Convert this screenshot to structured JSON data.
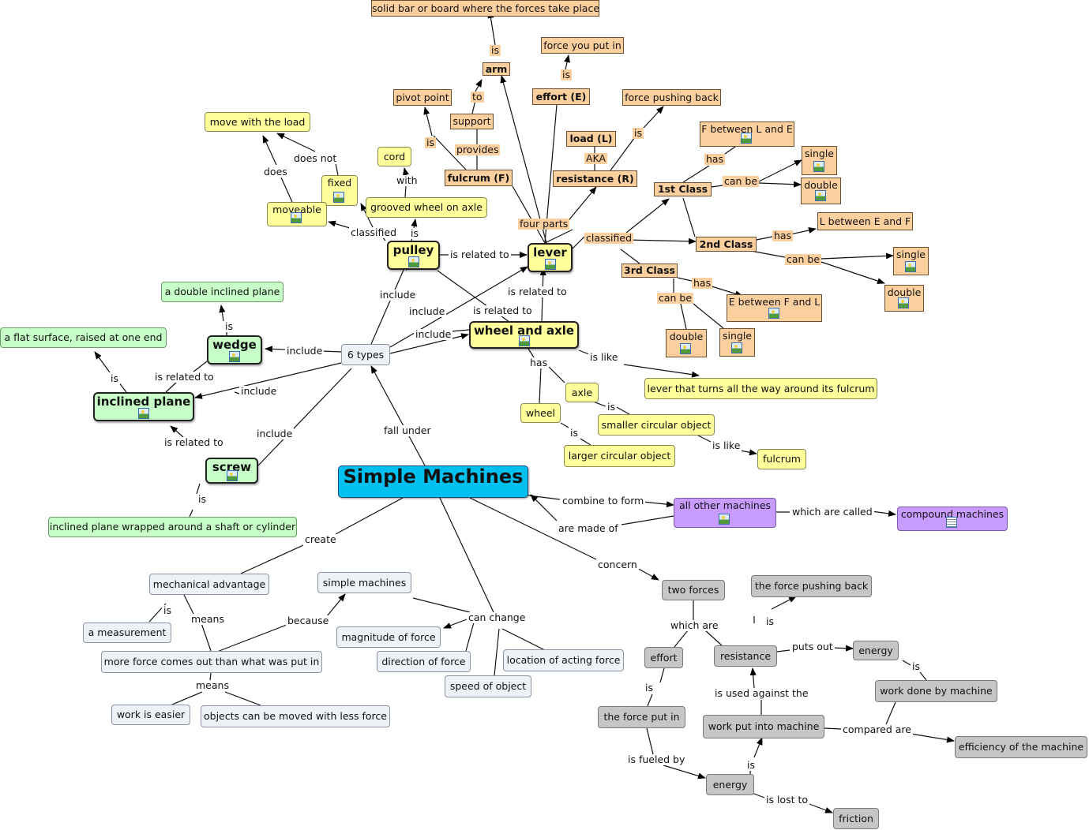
{
  "nodes": {
    "simple_machines": "Simple Machines",
    "six_types": "6 types",
    "pulley": "pulley",
    "lever": "lever",
    "wheel_and_axle": "wheel and axle",
    "wedge": "wedge",
    "inclined_plane": "inclined plane",
    "screw": "screw",
    "double_inclined_plane": "a double inclined plane",
    "flat_surface": "a flat surface, raised at one end",
    "inclined_wrapped": "inclined plane wrapped around a shaft or cylinder",
    "solid_bar": "solid bar or board where the forces take place",
    "arm": "arm",
    "force_you_put_in": "force you put in",
    "effort_e": "effort (E)",
    "pivot_point": "pivot point",
    "support": "support",
    "force_pushing_back": "force pushing back",
    "load_l": "load (L)",
    "fulcrum_f": "fulcrum (F)",
    "resistance_r": "resistance (R)",
    "move_with_load": "move with the load",
    "cord": "cord",
    "fixed": "fixed",
    "moveable": "moveable",
    "grooved_wheel": "grooved wheel on axle",
    "f_between_l_e": "F between L and E",
    "first_class": "1st Class",
    "single_1": "single",
    "double_1": "double",
    "l_between_e_f": "L between E and F",
    "second_class": "2nd Class",
    "single_2": "single",
    "double_2": "double",
    "third_class": "3rd Class",
    "e_between_f_l": "E between F and L",
    "double_3": "double",
    "single_3": "single",
    "lever_turns": "lever that turns all the way around its fulcrum",
    "axle": "axle",
    "wheel": "wheel",
    "smaller_circular": "smaller circular object",
    "larger_circular": "larger circular object",
    "fulcrum": "fulcrum",
    "all_other_machines": "all other machines",
    "compound_machines": "compound machines",
    "mechanical_advantage": "mechanical advantage",
    "simple_machines_small": "simple machines",
    "a_measurement": "a measurement",
    "magnitude_of_force": "magnitude of force",
    "more_force": "more force comes out than what was put in",
    "direction_of_force": "direction of force",
    "location_of_acting_force": "location of acting force",
    "speed_of_object": "speed of object",
    "work_is_easier": "work is easier",
    "objects_moved": "objects can be moved with less force",
    "two_forces": "two forces",
    "the_force_pushing_back": "the force pushing back",
    "effort": "effort",
    "resistance": "resistance",
    "energy_1": "energy",
    "work_done": "work done by machine",
    "the_force_put_in": "the force put in",
    "work_put_into": "work put into machine",
    "efficiency": "efficiency of the machine",
    "energy_2": "energy",
    "friction": "friction"
  },
  "labels": {
    "is_solid": "is",
    "is_effort": "is",
    "to_support": "to",
    "is_resistance": "is",
    "is_pivot": "is",
    "provides": "provides",
    "aka": "AKA",
    "four_parts": "four parts",
    "has_1st": "has",
    "can_be_1st": "can be",
    "classified_lever": "classified",
    "has_2nd": "has",
    "can_be_2nd": "can be",
    "has_3rd": "has",
    "can_be_3rd": "can be",
    "does_not": "does not",
    "does": "does",
    "with": "with",
    "classified_pulley": "classified",
    "is_pulley": "is",
    "is_related_to_pl": "is related to",
    "is_dbl": "is",
    "include_pulley": "include",
    "include_lever": "include",
    "is_related_to_pw": "is related to",
    "is_related_to_wl": "is related to",
    "include_wheel": "include",
    "include_wedge": "include",
    "is_flat": "is",
    "is_related_to_iw": "is related to",
    "include_inclined": "include",
    "has_wheel": "has",
    "is_like_lever": "is like",
    "is_axle": "is",
    "is_wheel": "is",
    "is_like_fulcrum": "is like",
    "include_screw": "include",
    "fall_under": "fall under",
    "is_related_to_si": "is related to",
    "is_screw": "is",
    "combine_to_form": "combine to form",
    "are_made_of": "are made of",
    "which_are_called": "which are called",
    "create": "create",
    "concern": "concern",
    "because": "because",
    "can_change": "can change",
    "is_measurement": "is",
    "means_1": "means",
    "means_2": "means",
    "which_are": "which are",
    "is_force_back": "is",
    "puts_out": "puts out",
    "is_work_done": "is",
    "is_force_put_in": "is",
    "is_used_against": "is used against the",
    "compared_are": "compared are",
    "is_fueled_by": "is fueled by",
    "is_energy_2": "is",
    "is_lost_to": "is lost to"
  },
  "colors": {
    "yellow": "#ffff9c",
    "green": "#c8ffc8",
    "orange": "#fccf9e",
    "light": "#eef2f6",
    "grey": "#c6c6c6",
    "purple": "#c89cff",
    "cyan": "#00c0f0"
  },
  "icons": {
    "image_icon": "image-thumbnail-icon",
    "document_icon": "document-list-icon"
  }
}
